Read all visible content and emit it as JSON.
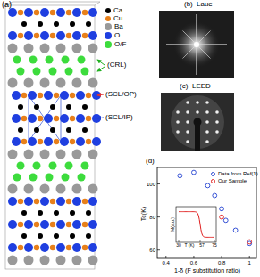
{
  "diagram": {
    "labels": [
      "(a)",
      "(CRL)",
      "(SCL/OP)",
      "(SCL/IP)",
      "(b)",
      "Laue",
      "(c)",
      "LEED",
      "(d)",
      "Tc(K)",
      "100",
      "80",
      "60",
      "0.4",
      "0.6",
      "0.8",
      "1",
      "1-δ (F substitution ratio)",
      "M(a.u.)",
      "T (K)",
      "30",
      "57",
      "75"
    ],
    "legend": [
      {
        "text": "Ca",
        "color": "#000000"
      },
      {
        "text": "Cu",
        "color": "#e8801a"
      },
      {
        "text": "Ba",
        "color": "#999999"
      },
      {
        "text": "O",
        "color": "#1f3fe0"
      },
      {
        "text": "O/F",
        "color": "#3ddc3d"
      },
      {
        "text": "Data from Ref(1)"
      },
      {
        "text": "Our Sample"
      }
    ]
  }
}
